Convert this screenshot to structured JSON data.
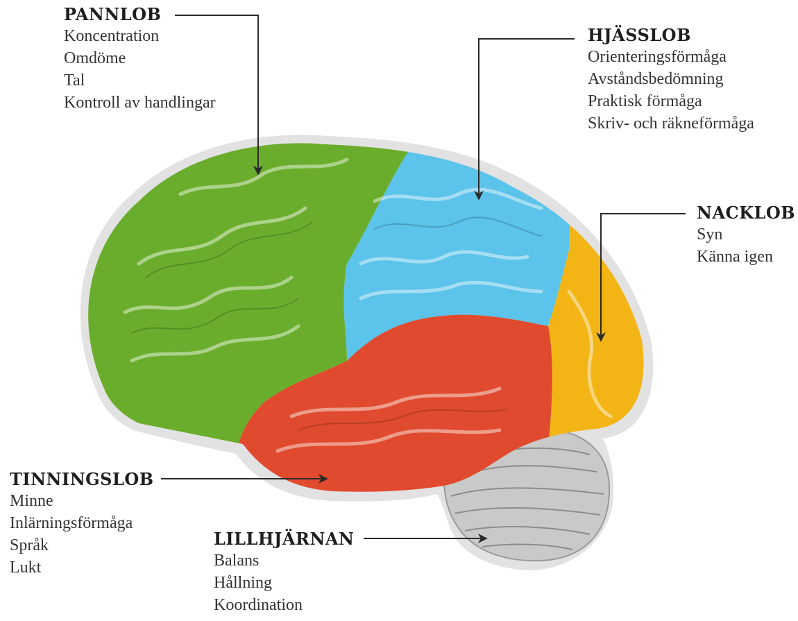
{
  "colors": {
    "frontal": "#6aad2c",
    "parietal": "#5cc3ea",
    "occipital": "#f3b515",
    "temporal": "#e04a2e",
    "cerebellum": "#c9c9c9",
    "outline": "#d6d6d6",
    "leader_line": "#2a2a2a"
  },
  "lobes": {
    "pannlob": {
      "title": "PANNLOB",
      "items": [
        "Koncentration",
        "Omdöme",
        "Tal",
        "Kontroll av handlingar"
      ]
    },
    "hjasslob": {
      "title": "HJÄSSLOB",
      "items": [
        "Orienteringsförmåga",
        "Avståndsbedömning",
        "Praktisk förmåga",
        "Skriv- och räkneförmåga"
      ]
    },
    "nacklob": {
      "title": "NACKLOB",
      "items": [
        "Syn",
        "Känna igen"
      ]
    },
    "tinningslob": {
      "title": "TINNINGSLOB",
      "items": [
        "Minne",
        "Inlärningsförmåga",
        "Språk",
        "Lukt"
      ]
    },
    "lillhjarnan": {
      "title": "LILLHJÄRNAN",
      "items": [
        "Balans",
        "Hållning",
        "Koordination"
      ]
    }
  }
}
